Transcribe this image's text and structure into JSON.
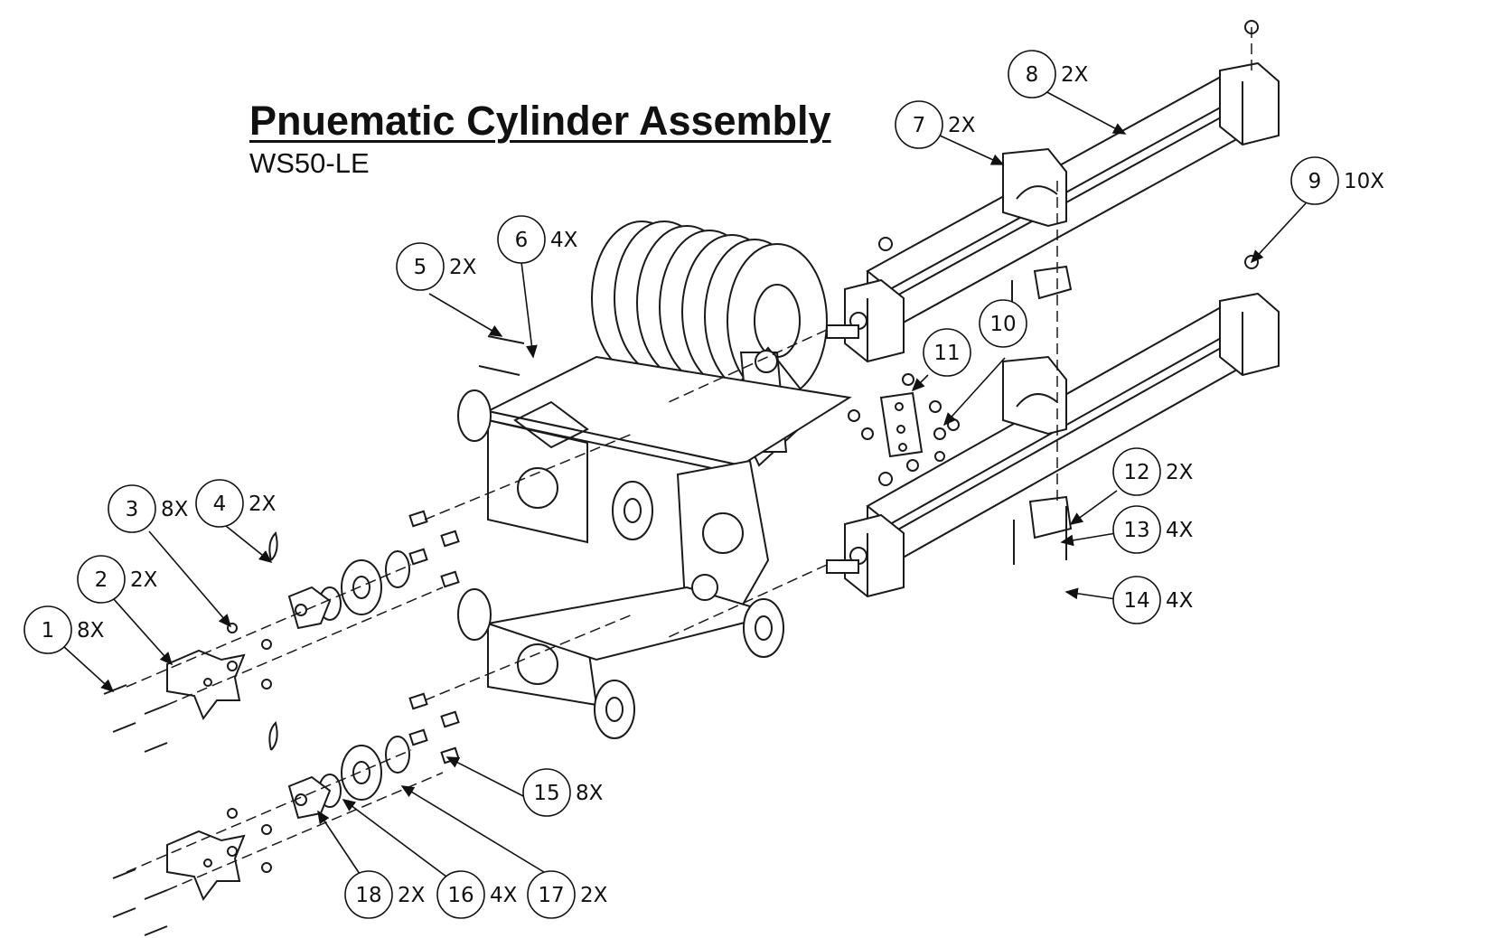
{
  "title": "Pnuematic Cylinder Assembly",
  "subtitle": "WS50-LE",
  "balloons": [
    {
      "num": "1",
      "qty": "8X"
    },
    {
      "num": "2",
      "qty": "2X"
    },
    {
      "num": "3",
      "qty": "8X"
    },
    {
      "num": "4",
      "qty": "2X"
    },
    {
      "num": "5",
      "qty": "2X"
    },
    {
      "num": "6",
      "qty": "4X"
    },
    {
      "num": "7",
      "qty": "2X"
    },
    {
      "num": "8",
      "qty": "2X"
    },
    {
      "num": "9",
      "qty": "10X"
    },
    {
      "num": "10",
      "qty": ""
    },
    {
      "num": "11",
      "qty": ""
    },
    {
      "num": "12",
      "qty": "2X"
    },
    {
      "num": "13",
      "qty": "4X"
    },
    {
      "num": "14",
      "qty": "4X"
    },
    {
      "num": "15",
      "qty": "8X"
    },
    {
      "num": "16",
      "qty": "4X"
    },
    {
      "num": "17",
      "qty": "2X"
    },
    {
      "num": "18",
      "qty": "2X"
    }
  ],
  "colors": {
    "line": "#1a1a1a",
    "background": "#ffffff"
  }
}
